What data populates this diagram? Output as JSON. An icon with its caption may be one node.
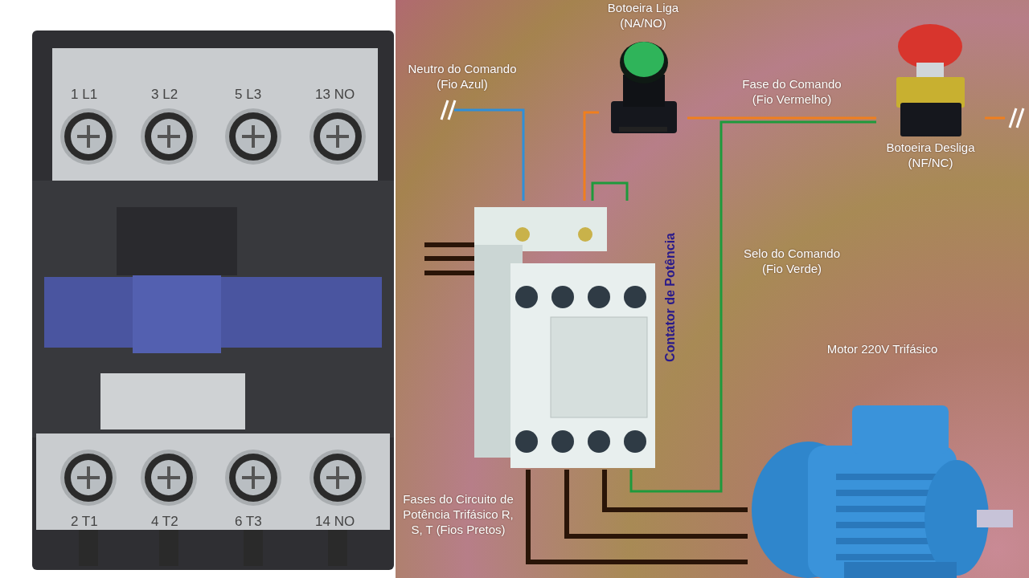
{
  "diagram": {
    "nodes": [
      {
        "text": [],
        "shape": "picture"
      },
      {
        "text": [
          "Botoeira Liga (NA/NO)"
        ]
      },
      {
        "text": [
          "Botoeira Desliga (NF/NC)"
        ]
      },
      {
        "text": [
          "Contator de Potência"
        ]
      },
      {
        "text": [
          "Motor 220V Trifásico"
        ]
      }
    ],
    "edges": [
      {
        "from": null,
        "to": 3,
        "arrow": "none",
        "label": "Neutro do Comando (Fio Azul)",
        "color": "#2f8fd8"
      },
      {
        "from": null,
        "to": 2,
        "arrow": "none",
        "color": "#f07f1e"
      },
      {
        "from": 2,
        "to": 1,
        "arrow": "none",
        "label": "Fase do Comando (Fio Vermelho)",
        "color": "#f07f1e"
      },
      {
        "from": 1,
        "to": 3,
        "arrow": "none",
        "color": "#f07f1e"
      },
      {
        "from": 2,
        "to": 3,
        "arrow": "none",
        "label": "Selo do Comando (Fio Verde)",
        "color": "#1e9a3c"
      },
      {
        "from": 3,
        "to": 3,
        "arrow": "none",
        "color": "#1e9a3c"
      },
      {
        "from": null,
        "to": 3,
        "arrow": "none",
        "style": "thick"
      },
      {
        "from": null,
        "to": 3,
        "arrow": "none",
        "style": "thick"
      },
      {
        "from": null,
        "to": 3,
        "arrow": "none",
        "style": "thick"
      },
      {
        "from": 3,
        "to": 4,
        "arrow": "none",
        "style": "thick"
      },
      {
        "from": 3,
        "to": 4,
        "arrow": "none",
        "style": "thick"
      },
      {
        "from": 3,
        "to": 4,
        "arrow": "none",
        "style": "thick"
      }
    ],
    "labels": [
      "1 L1",
      "3 L2",
      "5 L3",
      "13 NO",
      "2 T1",
      "4 T2",
      "6 T3",
      "14 NO",
      "Fases do Circuito de Potência Trifásico R, S, T (Fios Pretos)"
    ]
  }
}
